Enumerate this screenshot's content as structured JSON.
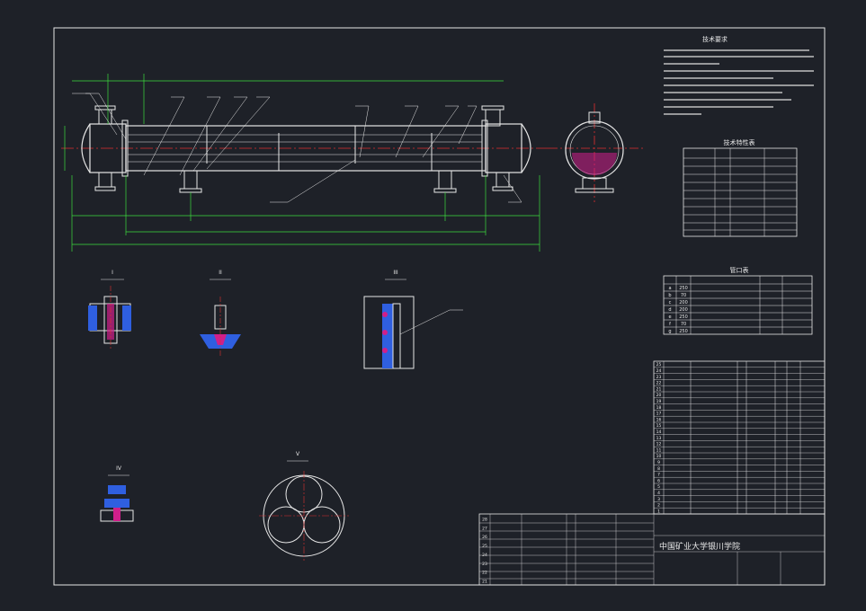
{
  "colors": {
    "background": "#1e2128",
    "frame": "#e6e6e6",
    "dimension": "#3ddc3d",
    "centerline": "#e03030",
    "hatch": "#2f5fe0",
    "section_fill": "#d01f8a",
    "leader": "#e6e6e6"
  },
  "title_block": {
    "school_name": "中国矿业大学银川学院"
  },
  "views": {
    "tech_requirements_title": "技术要求",
    "tech_spec_table_title": "技术特性表",
    "nozzle_table_title": "管口表",
    "detail_labels": [
      "I",
      "II",
      "III",
      "IV",
      "V"
    ]
  },
  "nozzle_table": {
    "rows": [
      {
        "mark": "a",
        "dn": "250"
      },
      {
        "mark": "b",
        "dn": "70"
      },
      {
        "mark": "c",
        "dn": "200"
      },
      {
        "mark": "d",
        "dn": "200"
      },
      {
        "mark": "e",
        "dn": "250"
      },
      {
        "mark": "f",
        "dn": "70"
      },
      {
        "mark": "g",
        "dn": "250"
      }
    ]
  },
  "bom_table": {
    "row_numbers": [
      "25",
      "24",
      "23",
      "22",
      "21",
      "20",
      "19",
      "18",
      "17",
      "16",
      "15",
      "14",
      "13",
      "12",
      "11",
      "10",
      "9",
      "8",
      "7",
      "6",
      "5",
      "4",
      "3",
      "2",
      "1"
    ]
  },
  "lower_bom_table": {
    "row_numbers": [
      "28",
      "27",
      "26",
      "25",
      "24",
      "23",
      "22",
      "21"
    ]
  }
}
